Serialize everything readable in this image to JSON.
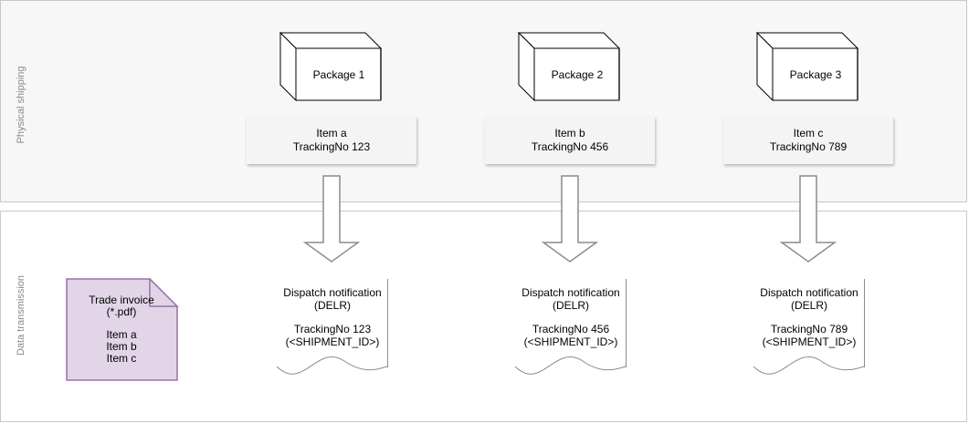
{
  "lanes": {
    "physical_label": "Physical shipping",
    "data_label": "Data transmission"
  },
  "packages": [
    {
      "label": "Package 1",
      "item": "Item a",
      "tracking": "TrackingNo 123"
    },
    {
      "label": "Package 2",
      "item": "Item b",
      "tracking": "TrackingNo 456"
    },
    {
      "label": "Package 3",
      "item": "Item c",
      "tracking": "TrackingNo 789"
    }
  ],
  "dispatch_docs": [
    {
      "title": "Dispatch notification",
      "type": "(DELR)",
      "tracking": "TrackingNo 123",
      "id": "(<SHIPMENT_ID>)"
    },
    {
      "title": "Dispatch notification",
      "type": "(DELR)",
      "tracking": "TrackingNo 456",
      "id": "(<SHIPMENT_ID>)"
    },
    {
      "title": "Dispatch notification",
      "type": "(DELR)",
      "tracking": "TrackingNo 789",
      "id": "(<SHIPMENT_ID>)"
    }
  ],
  "invoice": {
    "title": "Trade invoice",
    "format": "(*.pdf)",
    "items": [
      "Item a",
      "Item b",
      "Item c"
    ]
  },
  "colors": {
    "invoice_fill": "#e1d5e7",
    "invoice_stroke": "#9673a6"
  }
}
